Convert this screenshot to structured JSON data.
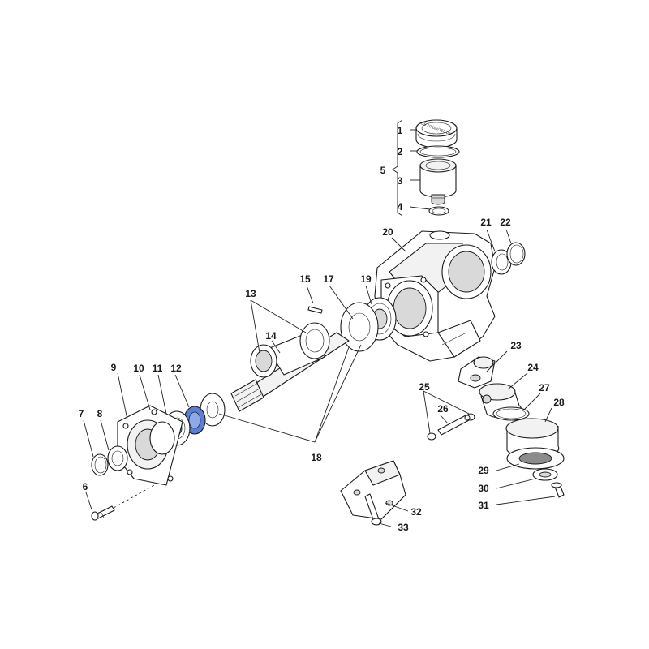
{
  "colors": {
    "line": "#1a1a1a",
    "background": "#ffffff",
    "highlight": "#5b7fd6"
  },
  "cap_marking": "B5 10 bar/150 psi",
  "callouts": [
    {
      "id": "1",
      "label": "1"
    },
    {
      "id": "2",
      "label": "2"
    },
    {
      "id": "3",
      "label": "3"
    },
    {
      "id": "4",
      "label": "4"
    },
    {
      "id": "5",
      "label": "5"
    },
    {
      "id": "6",
      "label": "6"
    },
    {
      "id": "7",
      "label": "7"
    },
    {
      "id": "8",
      "label": "8"
    },
    {
      "id": "9",
      "label": "9"
    },
    {
      "id": "10",
      "label": "10"
    },
    {
      "id": "11",
      "label": "11"
    },
    {
      "id": "12",
      "label": "12"
    },
    {
      "id": "13",
      "label": "13"
    },
    {
      "id": "14",
      "label": "14"
    },
    {
      "id": "15",
      "label": "15"
    },
    {
      "id": "17",
      "label": "17"
    },
    {
      "id": "18",
      "label": "18"
    },
    {
      "id": "19",
      "label": "19"
    },
    {
      "id": "20",
      "label": "20"
    },
    {
      "id": "21",
      "label": "21"
    },
    {
      "id": "22",
      "label": "22"
    },
    {
      "id": "23",
      "label": "23"
    },
    {
      "id": "24",
      "label": "24"
    },
    {
      "id": "25",
      "label": "25"
    },
    {
      "id": "26",
      "label": "26"
    },
    {
      "id": "27",
      "label": "27"
    },
    {
      "id": "28",
      "label": "28"
    },
    {
      "id": "29",
      "label": "29"
    },
    {
      "id": "30",
      "label": "30"
    },
    {
      "id": "31",
      "label": "31"
    },
    {
      "id": "32",
      "label": "32"
    },
    {
      "id": "33",
      "label": "33"
    }
  ]
}
